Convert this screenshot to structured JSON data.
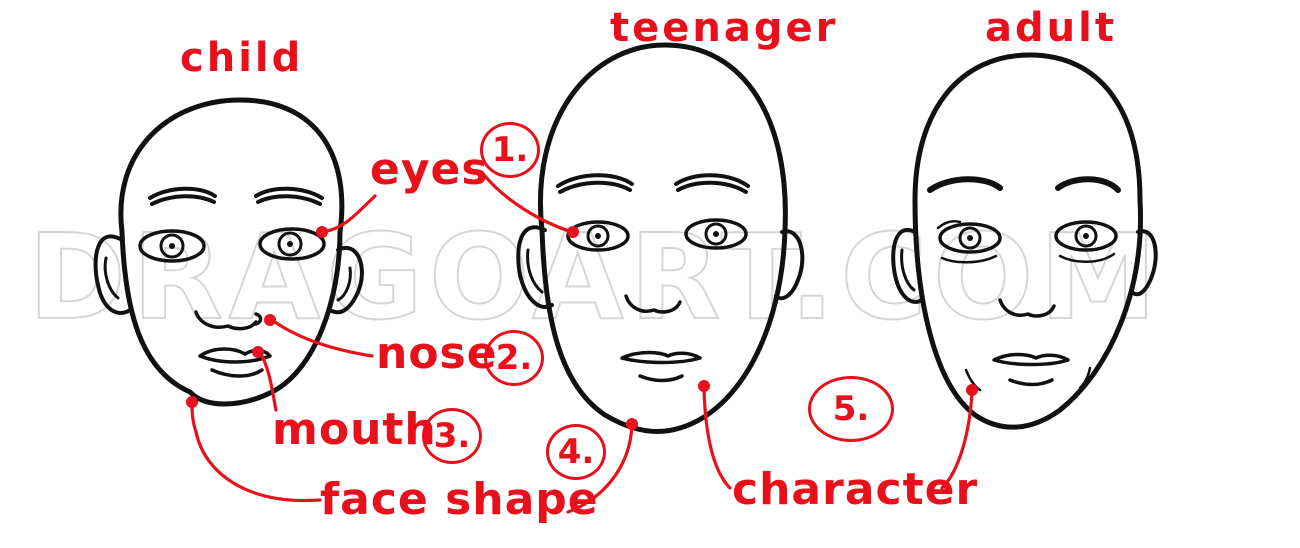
{
  "titles": {
    "child": "child",
    "teenager": "teenager",
    "adult": "adult"
  },
  "labels": {
    "eyes": "eyes",
    "nose": "nose",
    "mouth": "mouth",
    "face_shape": "face shape",
    "character": "character"
  },
  "steps": [
    "1.",
    "2.",
    "3.",
    "4.",
    "5."
  ],
  "watermark": "DRAGOART.COM",
  "colors": {
    "annotation": "#e8101a",
    "ink": "#111111"
  }
}
